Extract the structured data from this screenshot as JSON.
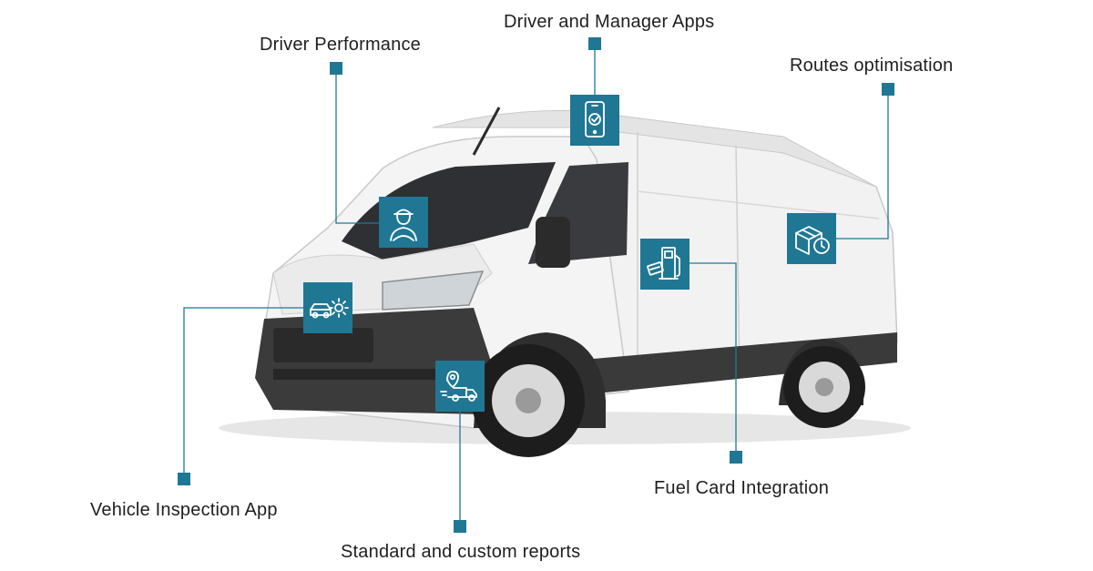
{
  "colors": {
    "accent": "#1f7794",
    "leader": "#1f7794",
    "text": "#1f1f1f",
    "van_body": "#f1f1f1",
    "van_trim": "#3a3a3a"
  },
  "features": [
    {
      "id": "driver-and-manager-apps",
      "label": "Driver and Manager Apps",
      "icon": "smartphone-check-icon"
    },
    {
      "id": "driver-performance",
      "label": "Driver Performance",
      "icon": "driver-at-wheel-icon"
    },
    {
      "id": "routes-optimisation",
      "label": "Routes optimisation",
      "icon": "package-clock-icon"
    },
    {
      "id": "vehicle-inspection-app",
      "label": "Vehicle Inspection App",
      "icon": "car-gear-icon"
    },
    {
      "id": "fuel-card-integration",
      "label": "Fuel Card Integration",
      "icon": "fuel-pump-card-icon"
    },
    {
      "id": "standard-and-custom-reports",
      "label": "Standard and custom reports",
      "icon": "delivery-truck-pin-icon"
    }
  ]
}
